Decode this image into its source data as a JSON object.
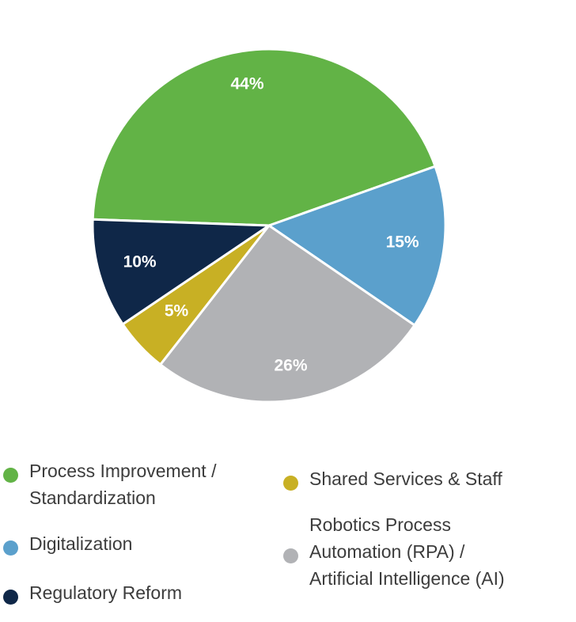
{
  "chart_data": {
    "type": "pie",
    "title": "",
    "slices": [
      {
        "label": "Process Improvement / Standardization",
        "value": 44,
        "display": "44%",
        "color": "#62b346"
      },
      {
        "label": "Digitalization",
        "value": 15,
        "display": "15%",
        "color": "#5ba0cc"
      },
      {
        "label": "Robotics Process Automation (RPA) / Artificial Intelligence (AI)",
        "value": 26,
        "display": "26%",
        "color": "#b1b2b5"
      },
      {
        "label": "Shared Services & Staff",
        "value": 5,
        "display": "5%",
        "color": "#c8b024"
      },
      {
        "label": "Regulatory Reform",
        "value": 10,
        "display": "10%",
        "color": "#0f2748"
      }
    ],
    "legend_placement": "bottom"
  },
  "legend": {
    "items": [
      {
        "label": "Process Improvement /\nStandardization",
        "color": "#62b346"
      },
      {
        "label": "Digitalization",
        "color": "#5ba0cc"
      },
      {
        "label": "Regulatory Reform",
        "color": "#0f2748"
      },
      {
        "label": "Shared Services & Staff",
        "color": "#c8b024"
      },
      {
        "label": "Robotics Process\nAutomation (RPA) /\nArtificial Intelligence (AI)",
        "color": "#b1b2b5"
      }
    ]
  }
}
